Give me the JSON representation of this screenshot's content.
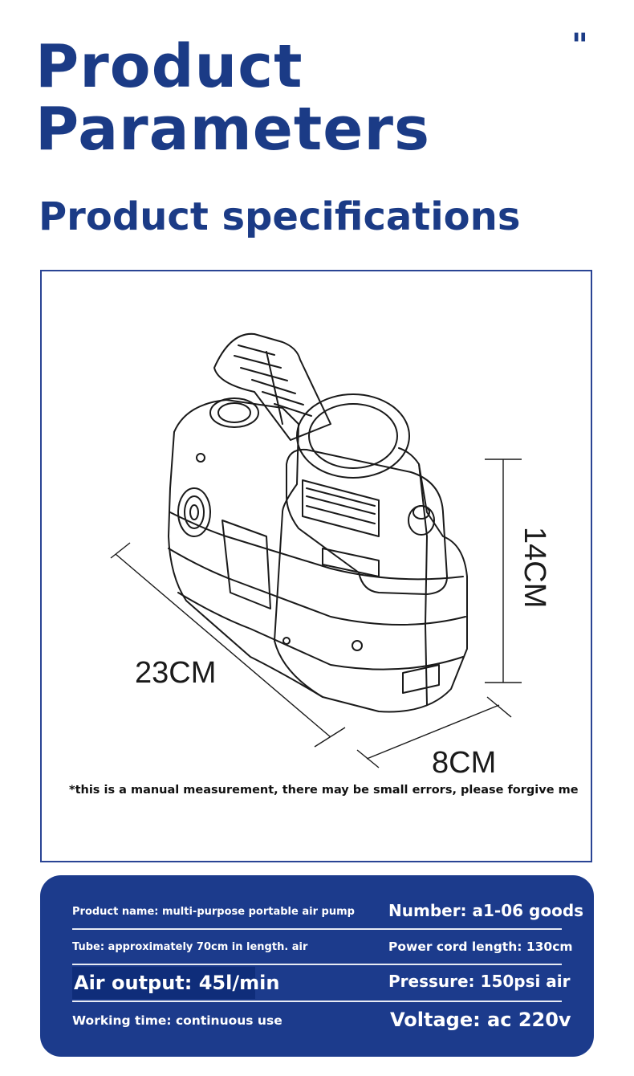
{
  "header": {
    "title_line1": "Product",
    "title_line2": "Parameters",
    "quote_mark": "\"",
    "subtitle": "Product specifications"
  },
  "diagram": {
    "dimension_length": "23CM",
    "dimension_width": "8CM",
    "dimension_height": "14CM",
    "note": "*this is a manual measurement, there may be small errors, please forgive me"
  },
  "specs": {
    "product_name": "Product name: multi-purpose portable air pump",
    "number": "Number: a1-06 goods",
    "tube": "Tube: approximately 70cm in length. air",
    "power_cord": "Power cord length: 130cm",
    "air_output": "Air output: 45l/min",
    "pressure": "Pressure: 150psi air",
    "working_time": "Working time: continuous use",
    "voltage": "Voltage: ac 220v"
  },
  "colors": {
    "brand_blue": "#1b3b86",
    "panel_blue": "#1c3b8c",
    "frame_border": "#2a4494"
  }
}
